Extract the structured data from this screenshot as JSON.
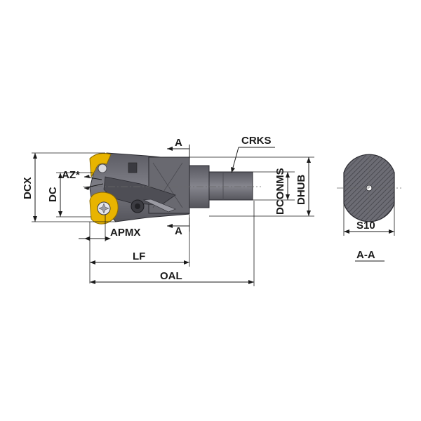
{
  "diagram": {
    "labels": {
      "dcx": "DCX",
      "dc": "DC",
      "az": "AZ*",
      "apmx": "APMX",
      "lf": "LF",
      "oal": "OAL",
      "crks": "CRKS",
      "dconms": "DCONMS",
      "dhub": "DHUB",
      "section_a_top": "A",
      "section_a_bottom": "A",
      "s10": "S10",
      "section_view": "A-A"
    },
    "colors": {
      "body": "#707078",
      "body_dark": "#4e4e55",
      "body_light": "#8e8e96",
      "insert": "#e8b400",
      "insert_dark": "#b98a00",
      "hatch": "#5a5a62",
      "line": "#1a1a1a"
    }
  }
}
